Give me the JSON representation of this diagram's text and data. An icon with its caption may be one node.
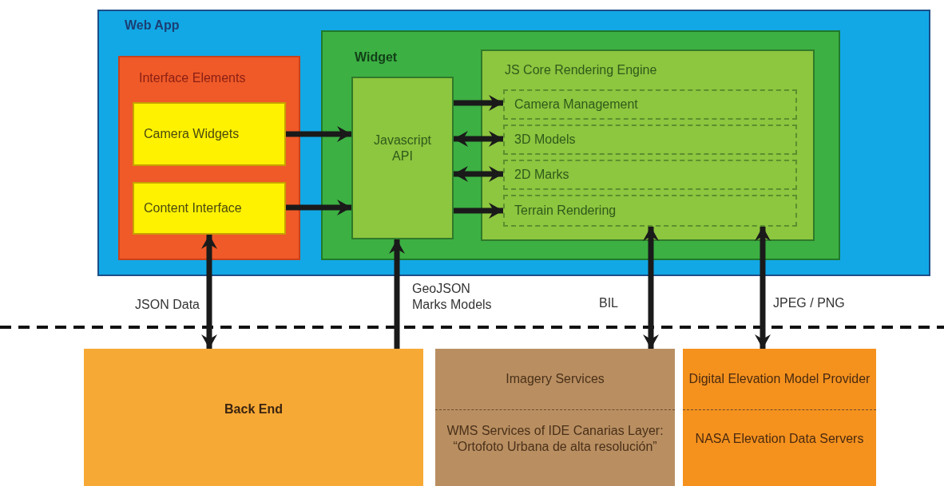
{
  "diagram": {
    "nodes": [
      {
        "text": [
          "Web App"
        ]
      },
      {
        "text": [
          "Interface Elements"
        ],
        "in": 0
      },
      {
        "text": [
          "Camera Widgets"
        ],
        "in": 1
      },
      {
        "text": [
          "Content Interface"
        ],
        "in": 1
      },
      {
        "text": [
          "Widget"
        ],
        "in": 0
      },
      {
        "text": [
          "Javascript API"
        ],
        "in": 4
      },
      {
        "text": [
          "JS Core Rendering Engine"
        ],
        "in": 4
      },
      {
        "text": [
          "Camera Management"
        ],
        "in": 6
      },
      {
        "text": [
          "3D Models"
        ],
        "in": 6
      },
      {
        "text": [
          "2D Marks"
        ],
        "in": 6
      },
      {
        "text": [
          "Terrain Rendering"
        ],
        "in": 6
      },
      {
        "text": [
          "Back End"
        ]
      },
      {
        "text": [
          "Imagery Services",
          "WMS Services of IDE Canarias Layer: “Ortofoto Urbana de alta resolución”"
        ]
      },
      {
        "text": [
          "Digital Elevation Model Provider",
          "NASA Elevation Data Servers"
        ]
      }
    ],
    "edges": [
      {
        "from": 2,
        "to": 5,
        "arrow": "to"
      },
      {
        "from": 3,
        "to": 5,
        "arrow": "to"
      },
      {
        "from": 5,
        "to": 7,
        "arrow": "to"
      },
      {
        "from": 5,
        "to": 8,
        "arrow": "both"
      },
      {
        "from": 5,
        "to": 9,
        "arrow": "both"
      },
      {
        "from": 5,
        "to": 10,
        "arrow": "to"
      },
      {
        "from": 3,
        "to": 11,
        "arrow": "both",
        "label": "JSON Data"
      },
      {
        "from": 11,
        "to": 5,
        "arrow": "to",
        "label": "GeoJSON Marks Models"
      },
      {
        "from": 10,
        "to": 12,
        "arrow": "both",
        "label": "BIL"
      },
      {
        "from": 10,
        "to": 13,
        "arrow": "both",
        "label": "JPEG / PNG"
      }
    ]
  }
}
